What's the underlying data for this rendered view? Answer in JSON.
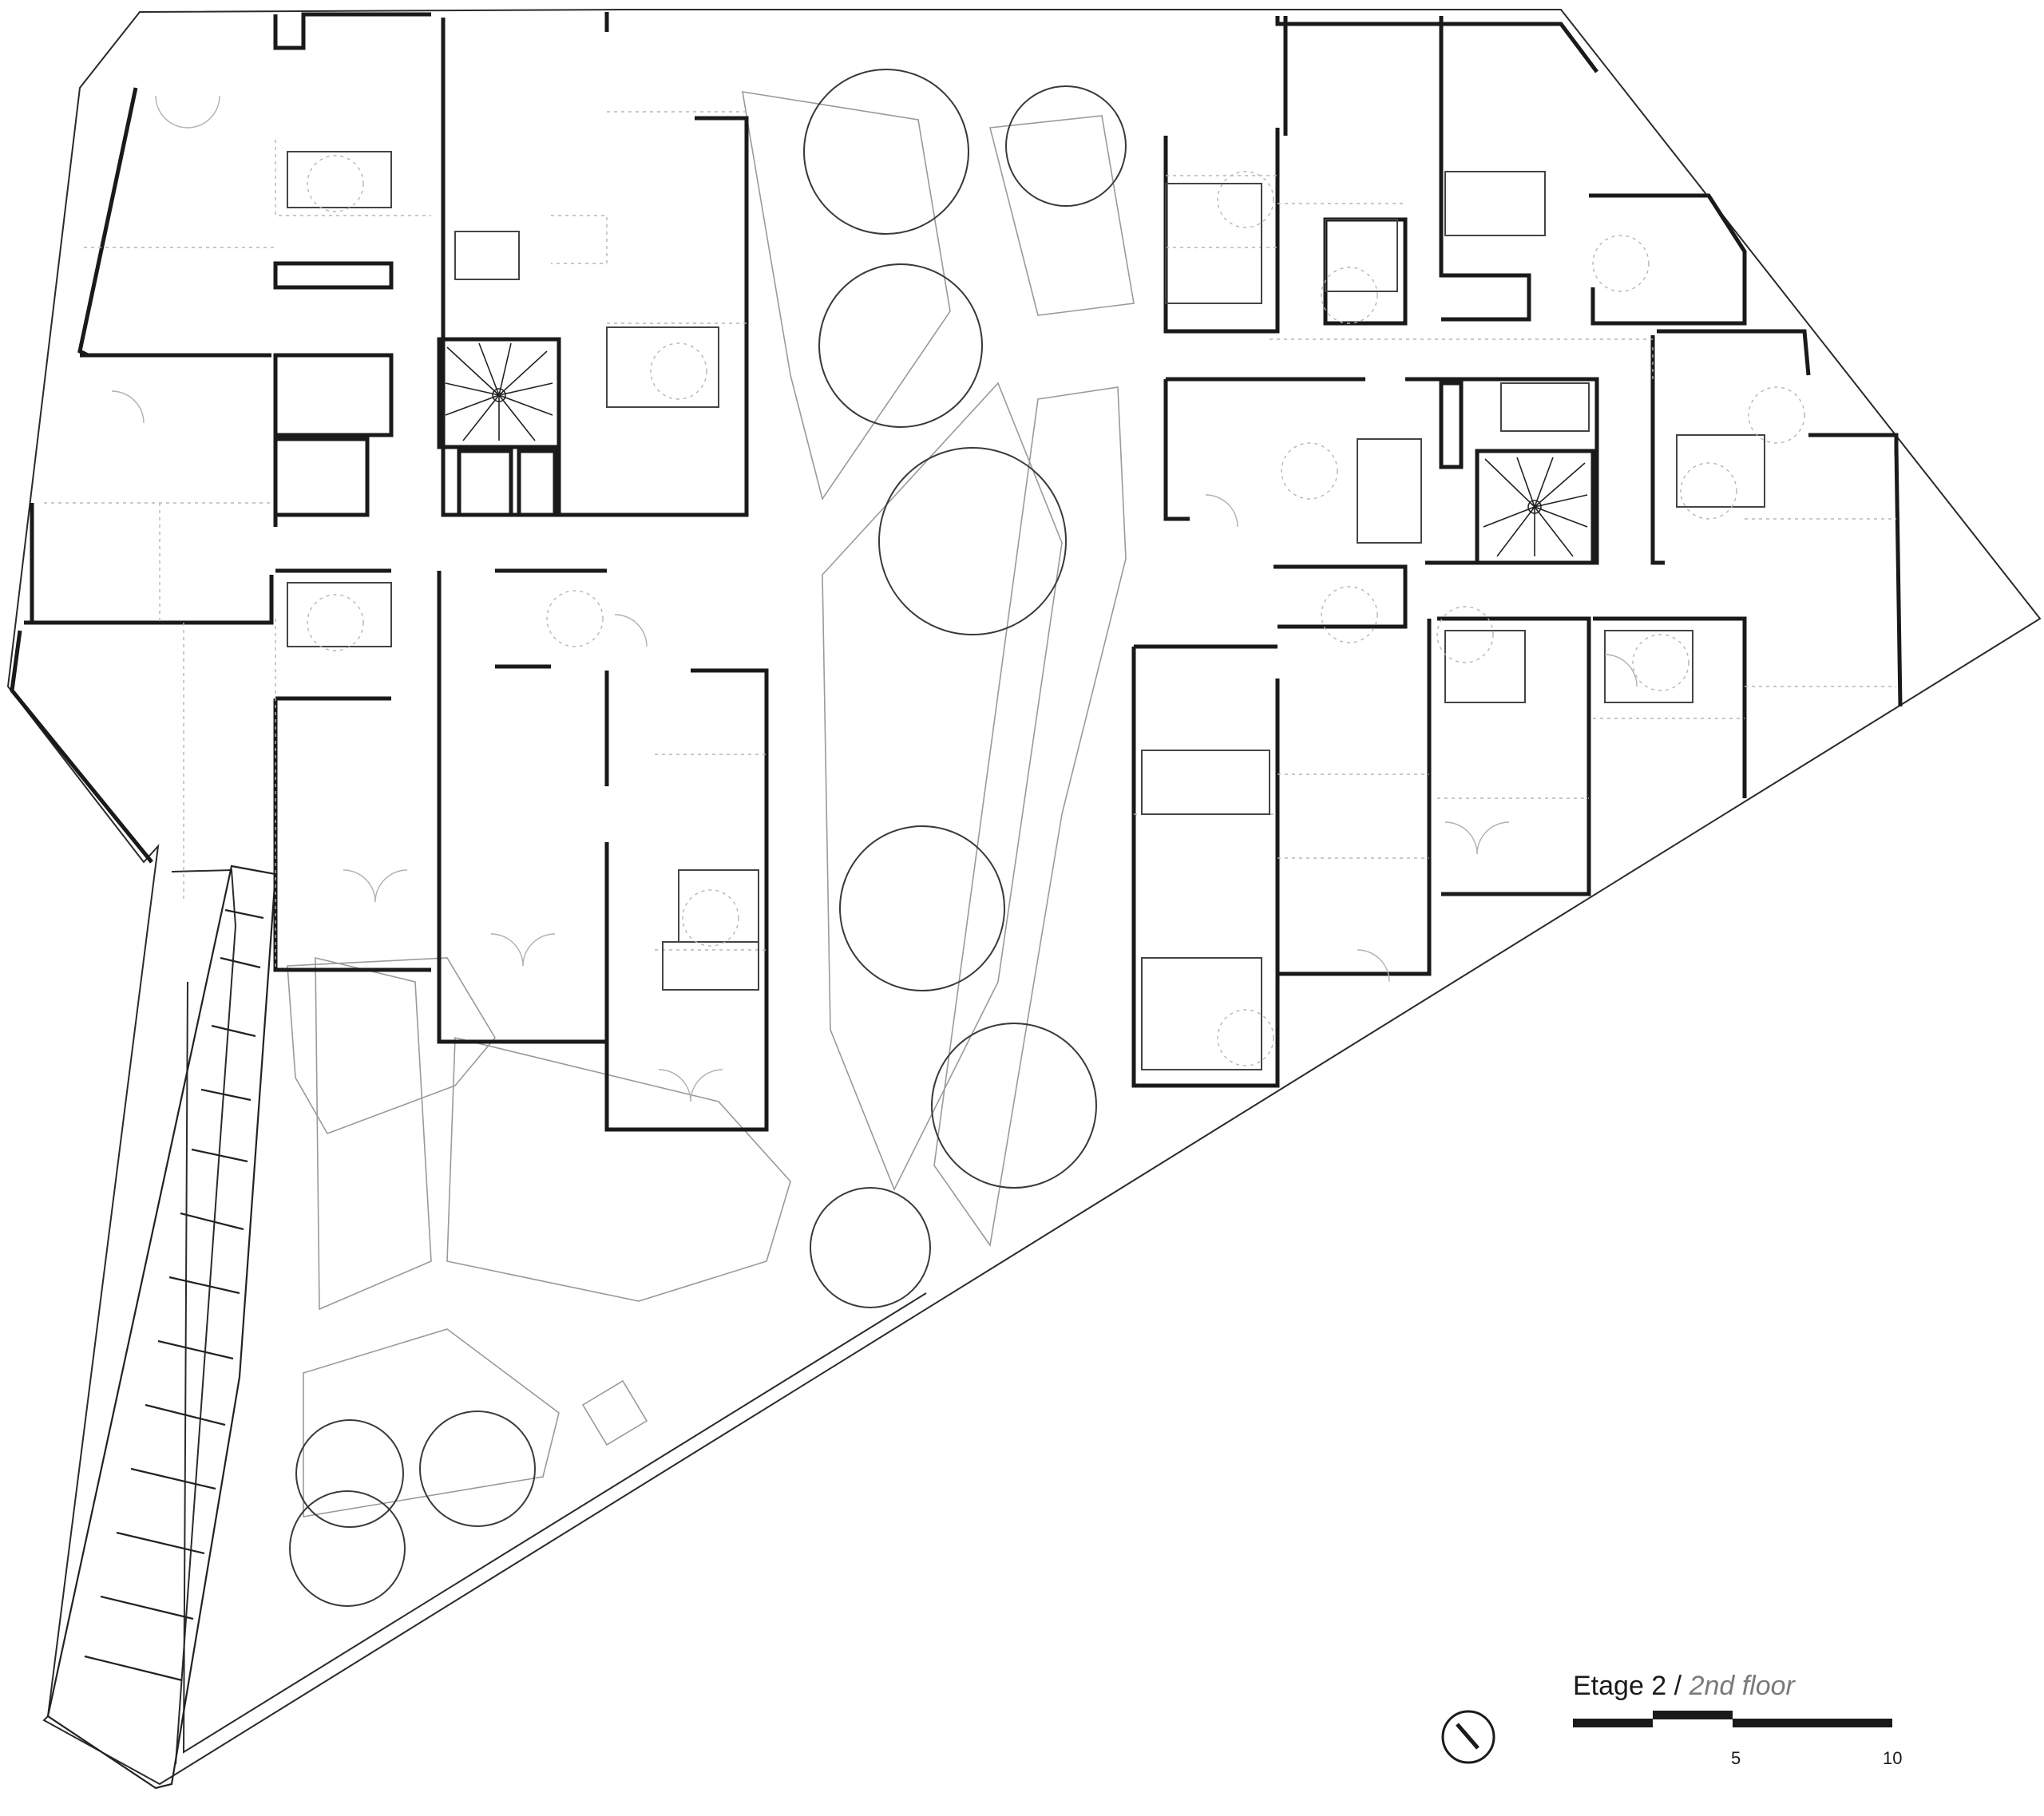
{
  "title": {
    "main": "Etage 2",
    "separator": " / ",
    "sub": "2nd floor"
  },
  "scale": {
    "tick_mid": "5",
    "tick_end": "10"
  },
  "icons": {
    "north": "north-arrow-icon"
  },
  "colors": {
    "walls": "#1a1a1a",
    "landscape": "#9a9a9a",
    "subtitle": "#7a7a7a"
  }
}
